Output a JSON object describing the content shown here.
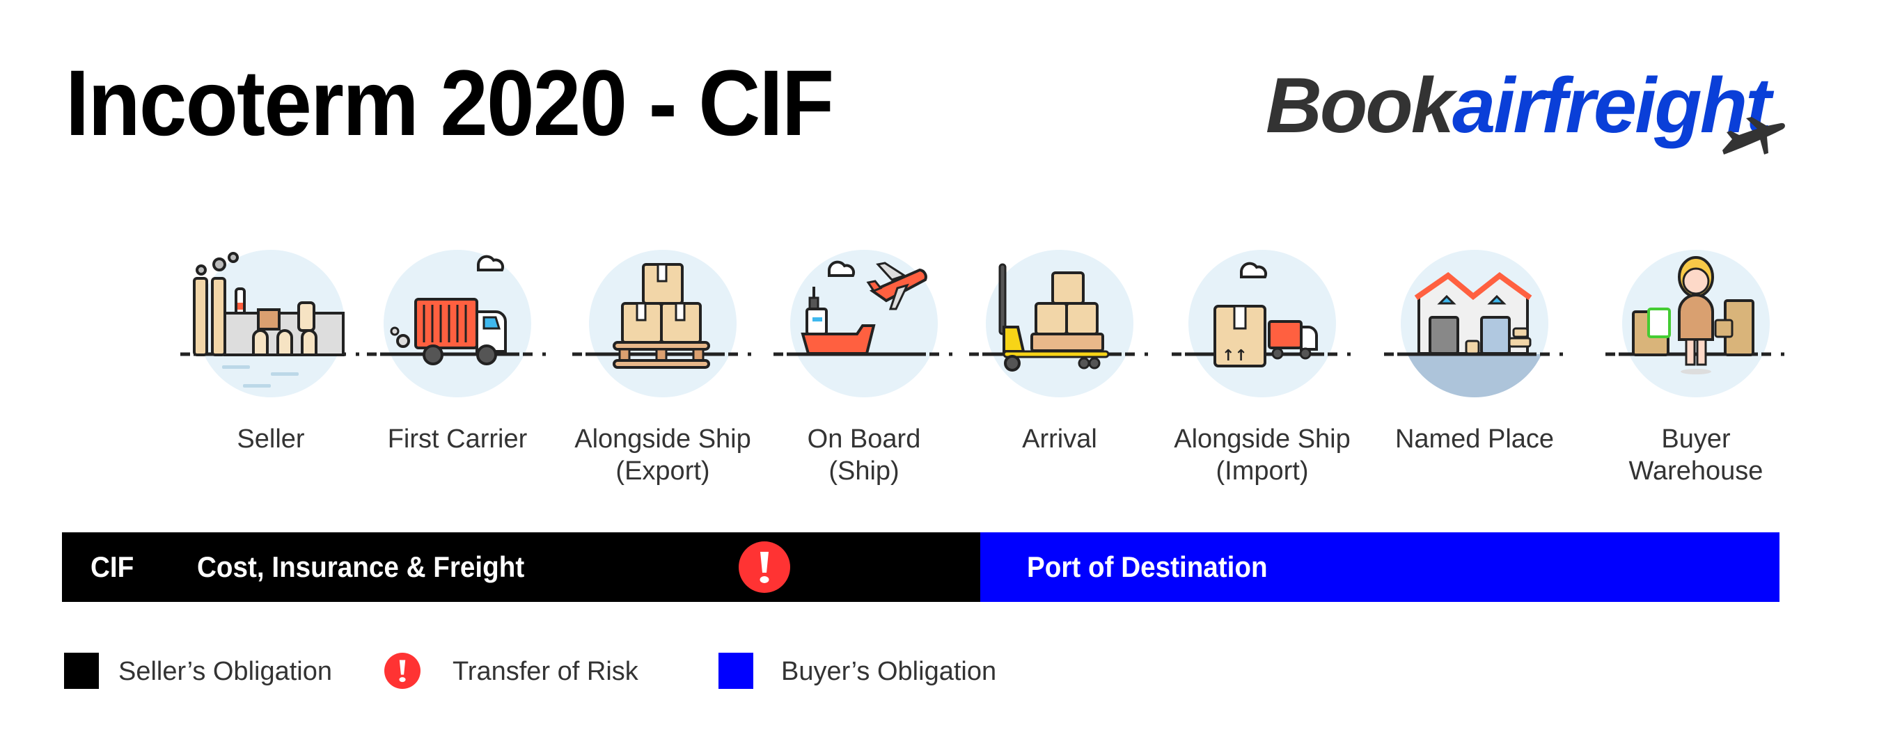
{
  "header": {
    "title": "Incoterm 2020 - CIF"
  },
  "logo": {
    "part1": "Book",
    "part2": "airfreight",
    "icon": "airplane-icon",
    "colors": {
      "book": "#333333",
      "airfreight": "#0a3fd8"
    }
  },
  "steps": [
    {
      "label_line1": "Seller",
      "label_line2": "",
      "icon": "factory-icon"
    },
    {
      "label_line1": "First Carrier",
      "label_line2": "",
      "icon": "truck-icon"
    },
    {
      "label_line1": "Alongside Ship",
      "label_line2": "(Export)",
      "icon": "pallet-boxes-icon"
    },
    {
      "label_line1": "On Board",
      "label_line2": "(Ship)",
      "icon": "ship-plane-icon"
    },
    {
      "label_line1": "Arrival",
      "label_line2": "",
      "icon": "pallet-jack-icon"
    },
    {
      "label_line1": "Alongside Ship",
      "label_line2": "(Import)",
      "icon": "box-truck-icon"
    },
    {
      "label_line1": "Named Place",
      "label_line2": "",
      "icon": "warehouse-icon"
    },
    {
      "label_line1": "Buyer",
      "label_line2": "Warehouse",
      "icon": "worker-icon"
    }
  ],
  "obligation_bar": {
    "code": "CIF",
    "name": "Cost, Insurance & Freight",
    "buyer_segment_label": "Port of Destination",
    "risk_transfer_icon": "alert-icon",
    "seller_steps": 4,
    "buyer_steps": 4,
    "colors": {
      "seller": "#000000",
      "buyer": "#0000ff",
      "risk": "#ff3333"
    }
  },
  "legend": {
    "items": [
      {
        "label": "Seller’s Obligation",
        "swatch": "#000000"
      },
      {
        "label": "Transfer of Risk",
        "icon": "alert-icon"
      },
      {
        "label": "Buyer’s Obligation",
        "swatch": "#0000ff"
      }
    ]
  }
}
